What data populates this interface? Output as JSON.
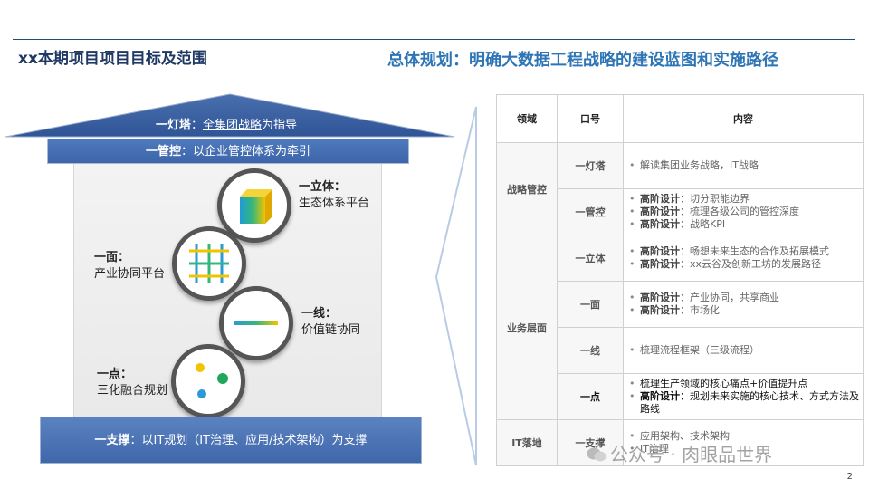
{
  "header": {
    "left_title": "xx本期项目项目目标及范围",
    "right_title": "总体规划：明确大数据工程战略的建设蓝图和实施路径"
  },
  "house": {
    "roof": {
      "bold": "一灯塔",
      "sep": "：",
      "underline": "全集团战略",
      "rest": "为指导"
    },
    "band": {
      "bold": "一管控",
      "rest": "：以企业管控体系为牵引"
    },
    "base": {
      "bold": "一支撑",
      "rest": "：以IT规划（IT治理、应用/技术架构）为支撑"
    },
    "items": [
      {
        "title": "一立体：",
        "desc": "生态体系平台"
      },
      {
        "title": "一面：",
        "desc": "产业协同平台"
      },
      {
        "title": "一线：",
        "desc": "价值链协同"
      },
      {
        "title": "一点：",
        "desc": "三化融合规划"
      }
    ]
  },
  "table": {
    "headers": [
      "领域",
      "口号",
      "内容"
    ],
    "domains": [
      "战略管控",
      "业务层面",
      "IT落地"
    ],
    "rows": [
      {
        "slogan": "一灯塔",
        "items": [
          {
            "b": "",
            "t": "解读集团业务战略，IT战略"
          }
        ]
      },
      {
        "slogan": "一管控",
        "items": [
          {
            "b": "高阶设计",
            "t": "：切分职能边界"
          },
          {
            "b": "高阶设计",
            "t": "：梳理各级公司的管控深度"
          },
          {
            "b": "高阶设计",
            "t": "：战略KPI"
          }
        ]
      },
      {
        "slogan": "一立体",
        "items": [
          {
            "b": "高阶设计",
            "t": "：畅想未来生态的合作及拓展模式"
          },
          {
            "b": "高阶设计",
            "t": "：xx云谷及创新工坊的发展路径"
          }
        ]
      },
      {
        "slogan": "一面",
        "items": [
          {
            "b": "高阶设计",
            "t": "：产业协同，共享商业"
          },
          {
            "b": "高阶设计",
            "t": "：市场化"
          }
        ]
      },
      {
        "slogan": "一线",
        "items": [
          {
            "b": "",
            "t": "梳理流程框架（三级流程）"
          }
        ]
      },
      {
        "slogan": "一点",
        "items": [
          {
            "b": "",
            "t": "梳理生产领域的核心痛点+价值提升点"
          },
          {
            "b": "高阶设计",
            "t": "：规划未来实施的核心技术、方式方法及路线"
          }
        ]
      },
      {
        "slogan": "一支撑",
        "items": [
          {
            "b": "",
            "t": "应用架构、技术架构"
          },
          {
            "b": "",
            "t": "IT治理"
          }
        ]
      }
    ]
  },
  "watermark": "公众号 · 肉眼品世界",
  "page_number": "2",
  "colors": {
    "brand_dark": "#1f3864",
    "accent_blue": "#2e75b6",
    "band_blue": "#4472c4"
  }
}
